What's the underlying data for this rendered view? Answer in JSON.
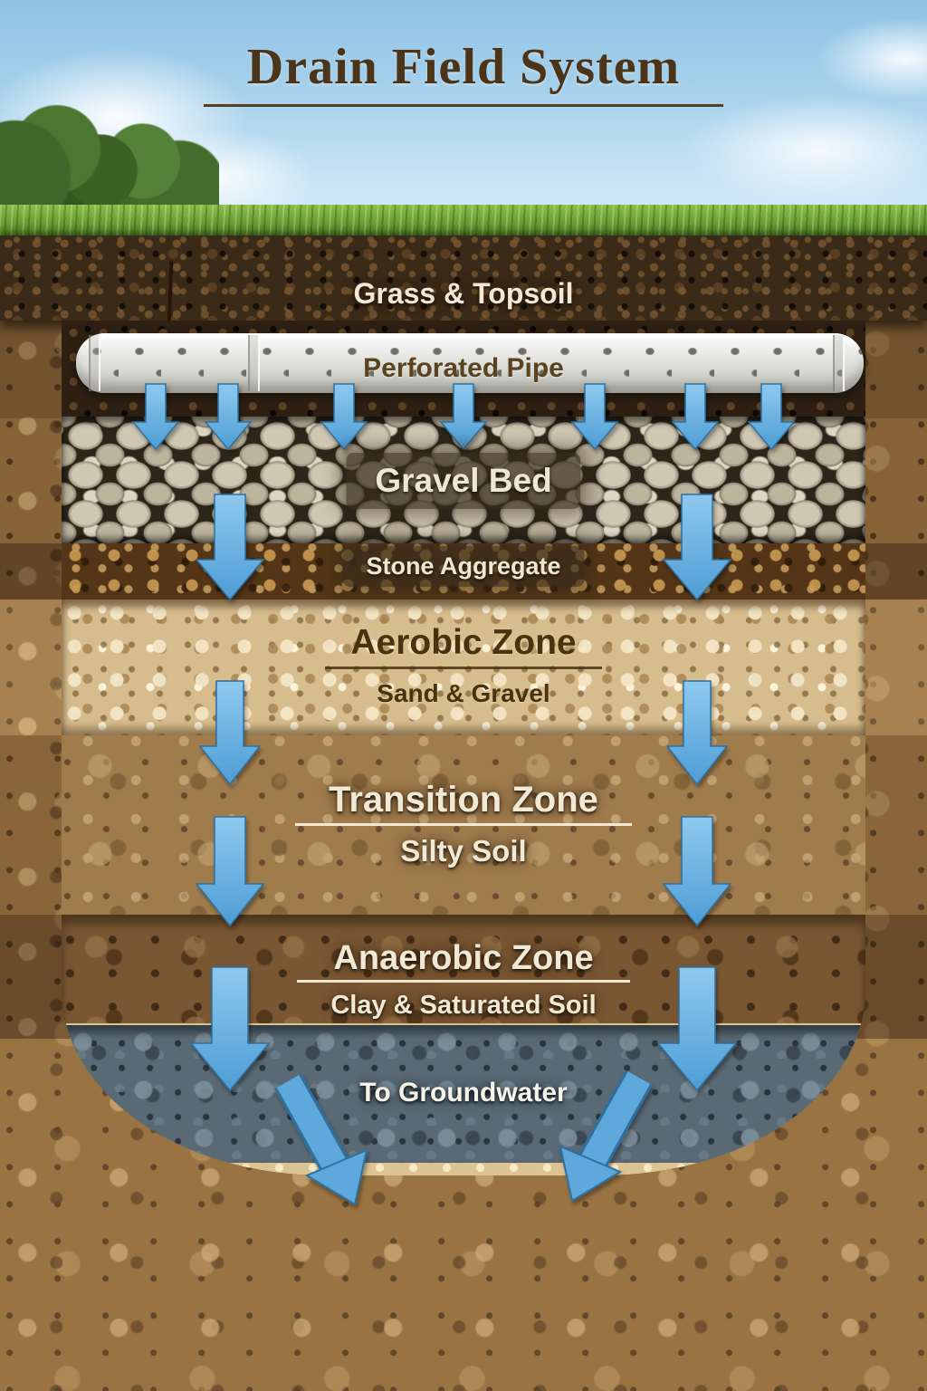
{
  "title": "Drain Field System",
  "layers": [
    {
      "id": "grass-topsoil",
      "label": "Grass & Topsoil"
    },
    {
      "id": "perforated-pipe",
      "label": "Perforated Pipe"
    },
    {
      "id": "gravel-bed",
      "label": "Gravel Bed"
    },
    {
      "id": "stone-aggregate",
      "label": "Stone Aggregate"
    },
    {
      "id": "aerobic-zone",
      "label": "Aerobic Zone",
      "sublabel": "Sand & Gravel"
    },
    {
      "id": "transition-zone",
      "label": "Transition Zone",
      "sublabel": "Silty Soil"
    },
    {
      "id": "anaerobic-zone",
      "label": "Anaerobic Zone",
      "sublabel": "Clay & Saturated Soil"
    },
    {
      "id": "groundwater",
      "label": "To Groundwater"
    }
  ],
  "flow": {
    "direction": "downward",
    "arrow_columns": 2,
    "small_arrows_under_pipe": 7,
    "curved_outlet_arrows": 2
  },
  "colors": {
    "arrow_blue": "#5fa8dc",
    "arrow_outline": "#2e6f9f",
    "title_brown": "#4c3418",
    "label_cream": "#f2e9d5",
    "label_dark": "#49330f",
    "sky_blue": "#8fc3e6",
    "grass_green": "#6ca137",
    "topsoil_brown": "#3a2a18",
    "sand_tan": "#d7bd8e",
    "saturated_gray": "#5a6a74"
  }
}
